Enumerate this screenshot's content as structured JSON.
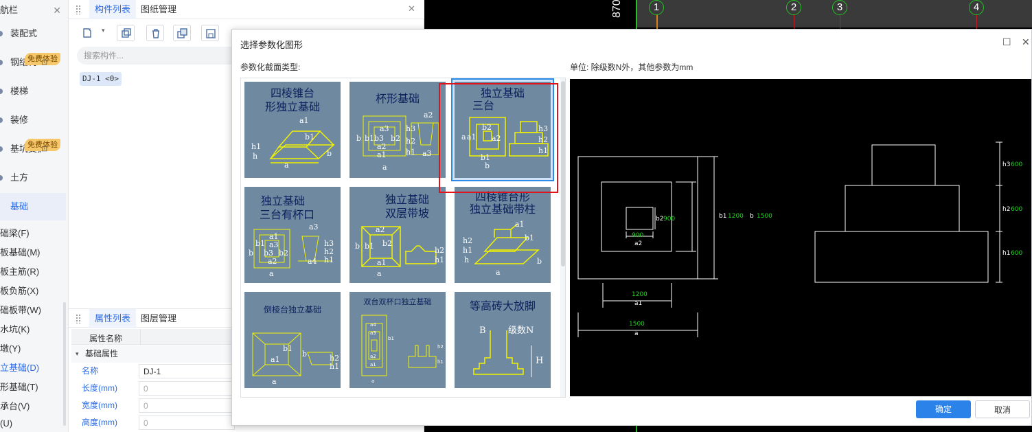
{
  "nav": {
    "title": "航栏",
    "items": [
      {
        "label": "装配式"
      },
      {
        "label": "钢结构",
        "badge": "免费体验"
      },
      {
        "label": "楼梯"
      },
      {
        "label": "装修"
      },
      {
        "label": "基坑支护",
        "badge": "免费体验"
      },
      {
        "label": "土方"
      },
      {
        "label": "基础",
        "active": true
      }
    ],
    "subitems": [
      "础梁(F)",
      "板基础(M)",
      "板主筋(R)",
      "板负筋(X)",
      "础板带(W)",
      "水坑(K)",
      "墩(Y)",
      "立基础(D)",
      "形基础(T)",
      "承台(V)",
      "(U)"
    ]
  },
  "panel": {
    "tabs": [
      "构件列表",
      "图纸管理"
    ],
    "search_placeholder": "搜索构件...",
    "component": "DJ-1 <0>",
    "prop_tabs": [
      "属性列表",
      "图层管理"
    ],
    "prop_header": "属性名称",
    "prop_group": "基础属性",
    "props": [
      {
        "name": "名称",
        "value": "DJ-1"
      },
      {
        "name": "长度(mm)",
        "value": "0"
      },
      {
        "name": "宽度(mm)",
        "value": "0"
      },
      {
        "name": "高度(mm)",
        "value": "0"
      }
    ]
  },
  "cad": {
    "left_text": "870",
    "axis_labels": [
      "1",
      "2",
      "3",
      "4"
    ]
  },
  "dialog": {
    "title": "选择参数化图形",
    "section_label": "参数化截面类型:",
    "unit_label": "单位:  除级数N外，其他参数为mm",
    "ok": "确定",
    "cancel": "取消",
    "shapes": [
      {
        "title": [
          "四棱锥台",
          "形独立基础"
        ],
        "labels": [
          "a1",
          "b1",
          "h1",
          "h",
          "a",
          "b"
        ]
      },
      {
        "title": [
          "杯形基础"
        ],
        "labels": [
          "a2",
          "a3",
          "b3",
          "b2",
          "h3",
          "b",
          "b1",
          "a2",
          "a1",
          "h2",
          "h1",
          "a3",
          "a"
        ]
      },
      {
        "title": [
          "独立基础",
          "三台"
        ],
        "labels": [
          "a",
          "a1",
          "b2",
          "a2",
          "b1",
          "b",
          "h3",
          "h2",
          "h1"
        ],
        "selected": true
      },
      {
        "title": [
          "独立基础",
          "三台有杯口"
        ],
        "labels": [
          "a3",
          "a1",
          "b1",
          "a3",
          "b3",
          "b2",
          "b",
          "a2",
          "a",
          "h3",
          "h2",
          "h1",
          "a4"
        ]
      },
      {
        "title": [
          "独立基础",
          "双层带坡"
        ],
        "labels": [
          "a2",
          "b2",
          "b1",
          "b",
          "a1",
          "a",
          "h2",
          "h1"
        ]
      },
      {
        "title": [
          "四棱锥台形",
          "独立基础带柱"
        ],
        "labels": [
          "a1",
          "b1",
          "h2",
          "h1",
          "h",
          "a",
          "b"
        ]
      },
      {
        "title": [
          "倒棱台独立基础"
        ],
        "labels": [
          "b1",
          "a1",
          "b",
          "a",
          "h2",
          "h1"
        ]
      },
      {
        "title": [
          "双台双杯口独立基础"
        ],
        "labels": [
          "a4",
          "a3",
          "a2",
          "a1",
          "a",
          "b1",
          "h2",
          "h1"
        ]
      },
      {
        "title": [
          "等高砖大放脚"
        ],
        "labels": [
          "B",
          "级数N",
          "H"
        ]
      }
    ],
    "preview": {
      "a1_value": "1200",
      "a1_label": "a1",
      "a_value": "1500",
      "a_label": "a",
      "a2_value": "900",
      "a2_label": "a2",
      "b2_label": "b2",
      "b2_value": "900",
      "b1_label": "b1",
      "b1_value": "1200",
      "b_label": "b",
      "b_value": "1500",
      "h3_label": "h3",
      "h3_value": "600",
      "h2_label": "h2",
      "h2_value": "600",
      "h1_label": "h1",
      "h1_value": "600"
    }
  },
  "colors": {
    "accent": "#2b82e8",
    "thumb_bg": "#6f8aa0",
    "thumb_line": "#f2f200",
    "dim_value": "#22d322",
    "highlight": "#e0121a"
  }
}
